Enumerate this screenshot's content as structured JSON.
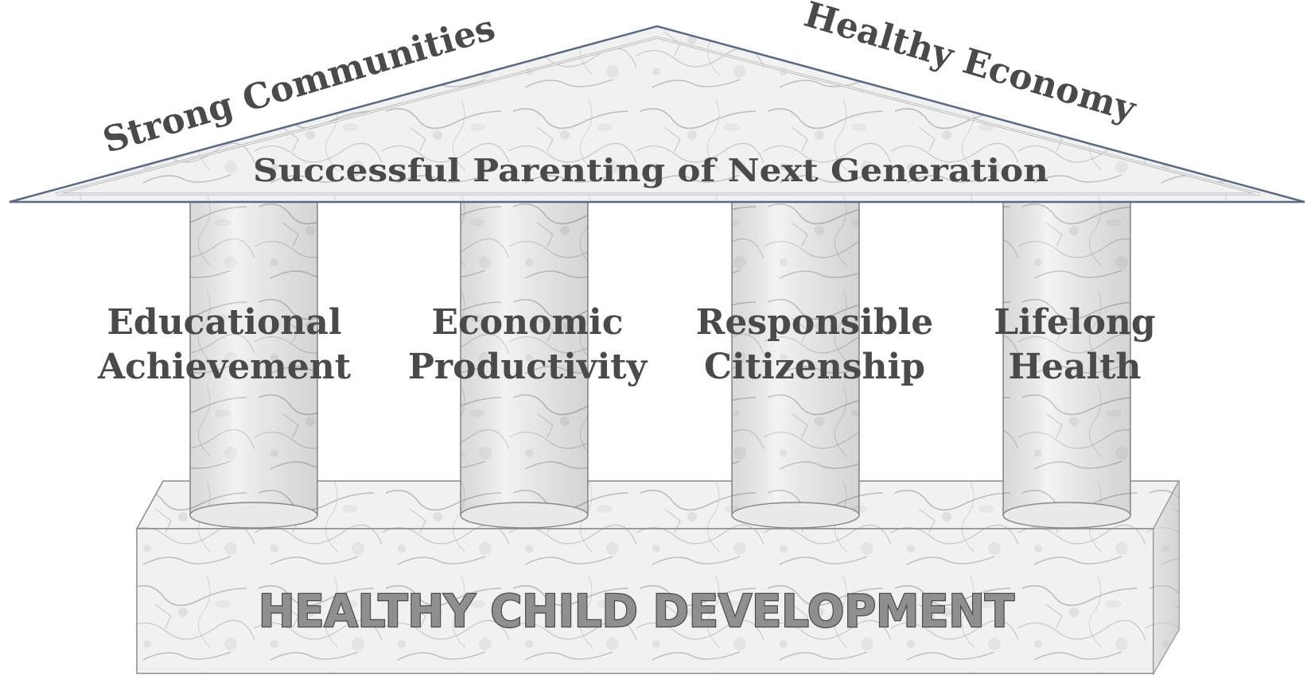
{
  "roof": {
    "left_label": "Strong Communities",
    "right_label": "Healthy Economy",
    "center_label": "Successful Parenting of Next Generation"
  },
  "pillars": [
    {
      "line1": "Educational",
      "line2": "Achievement"
    },
    {
      "line1": "Economic",
      "line2": "Productivity"
    },
    {
      "line1": "Responsible",
      "line2": "Citizenship"
    },
    {
      "line1": "Lifelong",
      "line2": "Health"
    }
  ],
  "base": {
    "label": "HEALTHY CHILD DEVELOPMENT"
  },
  "colors": {
    "text": "#4a4a4a",
    "marble_light": "#f4f4f4",
    "marble_vein": "#9a9a9a",
    "outline": "#5b6a84"
  }
}
